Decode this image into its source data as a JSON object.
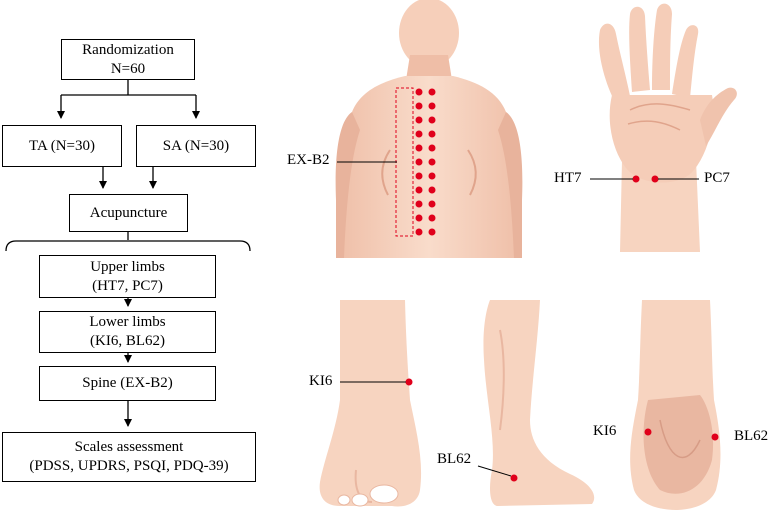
{
  "flowchart": {
    "randomization": {
      "line1": "Randomization",
      "line2": "N=60"
    },
    "ta": "TA (N=30)",
    "sa": "SA (N=30)",
    "acupuncture": "Acupuncture",
    "upper": {
      "line1": "Upper limbs",
      "line2": "(HT7, PC7)"
    },
    "lower": {
      "line1": "Lower limbs",
      "line2": "(KI6, BL62)"
    },
    "spine": "Spine (EX-B2)",
    "scales": {
      "line1": "Scales assessment",
      "line2": "(PDSS, UPDRS, PSQI, PDQ-39)"
    }
  },
  "acupoints": {
    "exb2": "EX-B2",
    "ht7": "HT7",
    "pc7": "PC7",
    "ki6_front": "KI6",
    "bl62_side": "BL62",
    "ki6_back": "KI6",
    "bl62_back": "BL62"
  },
  "colors": {
    "skin": "#f7d4c0",
    "skin_shadow": "#e9b7a1",
    "skin_dark": "#d79c86",
    "point": "#e0001b",
    "outline": "#000000"
  }
}
